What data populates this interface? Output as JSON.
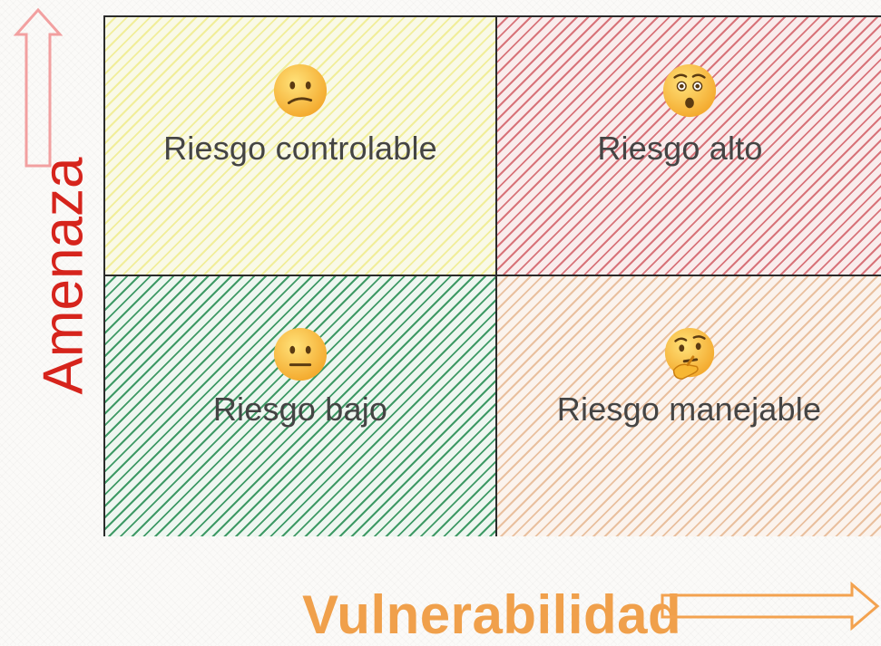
{
  "quadrants": {
    "top_left": {
      "label": "Riesgo controlable",
      "icon": "confused-face-icon",
      "color": "#f1ee9a"
    },
    "top_right": {
      "label": "Riesgo alto",
      "icon": "hushed-face-icon",
      "color": "#d8747a"
    },
    "bottom_left": {
      "label": "Riesgo bajo",
      "icon": "neutral-face-icon",
      "color": "#3f9a66"
    },
    "bottom_right": {
      "label": "Riesgo manejable",
      "icon": "thinking-face-icon",
      "color": "#e9c09f"
    }
  },
  "axes": {
    "y_title": "Amenaza",
    "x_title": "Vulnerabilidad",
    "y_color": "#d6241c",
    "x_color": "#f0a04b"
  }
}
